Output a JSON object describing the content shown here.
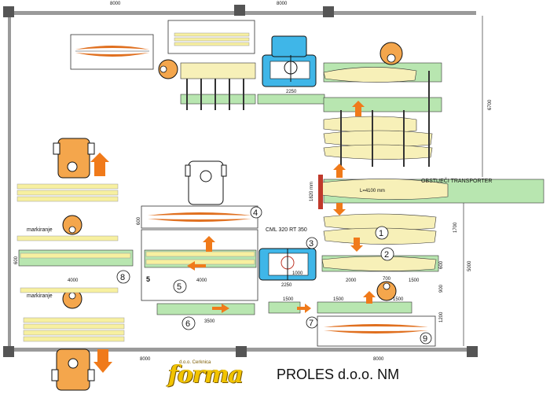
{
  "dimensions": {
    "top_left": "8000",
    "top_right": "8000",
    "bottom_left": "8000",
    "bottom_right": "8000",
    "right_vertical": "6700",
    "right_1700": "1700",
    "right_5000": "5000",
    "right_1200": "1200",
    "right_900": "900",
    "right_600": "600",
    "dim_2250_top": "2250",
    "dim_2250_bottom": "2250",
    "dim_1000": "1000",
    "dim_2000": "2000",
    "dim_700": "700",
    "dim_1500": "1500",
    "dim_1500_a": "1500",
    "dim_1500_b": "1500",
    "dim_1500_c": "1500",
    "dim_4000_left": "4000",
    "dim_4000_mid": "4000",
    "dim_3500": "3500",
    "dim_1820": "1820 mm",
    "length_label": "L=4100 mm",
    "dim_600_left": "600",
    "dim_600_mid": "600"
  },
  "labels": {
    "transporter": "OBSTUEČI TRANSPORTER",
    "machine": "CML 320 RT 350",
    "marking_top": "markiranje",
    "marking_bottom": "markiranje",
    "area_5": "5"
  },
  "stations": [
    "1",
    "2",
    "3",
    "4",
    "5",
    "6",
    "7",
    "8",
    "9"
  ],
  "footer": {
    "logo_sub": "d.o.o. Cerknica",
    "logo_word": "forma",
    "company": "PROLES d.o.o. NM"
  },
  "colors": {
    "log_fill": "#f7f0b8",
    "conveyor": "#b8e6b0",
    "machine_blue": "#3fb6e8",
    "arrow": "#f07a1a",
    "operator": "#f4a64c",
    "wall": "#8a8a8a"
  }
}
